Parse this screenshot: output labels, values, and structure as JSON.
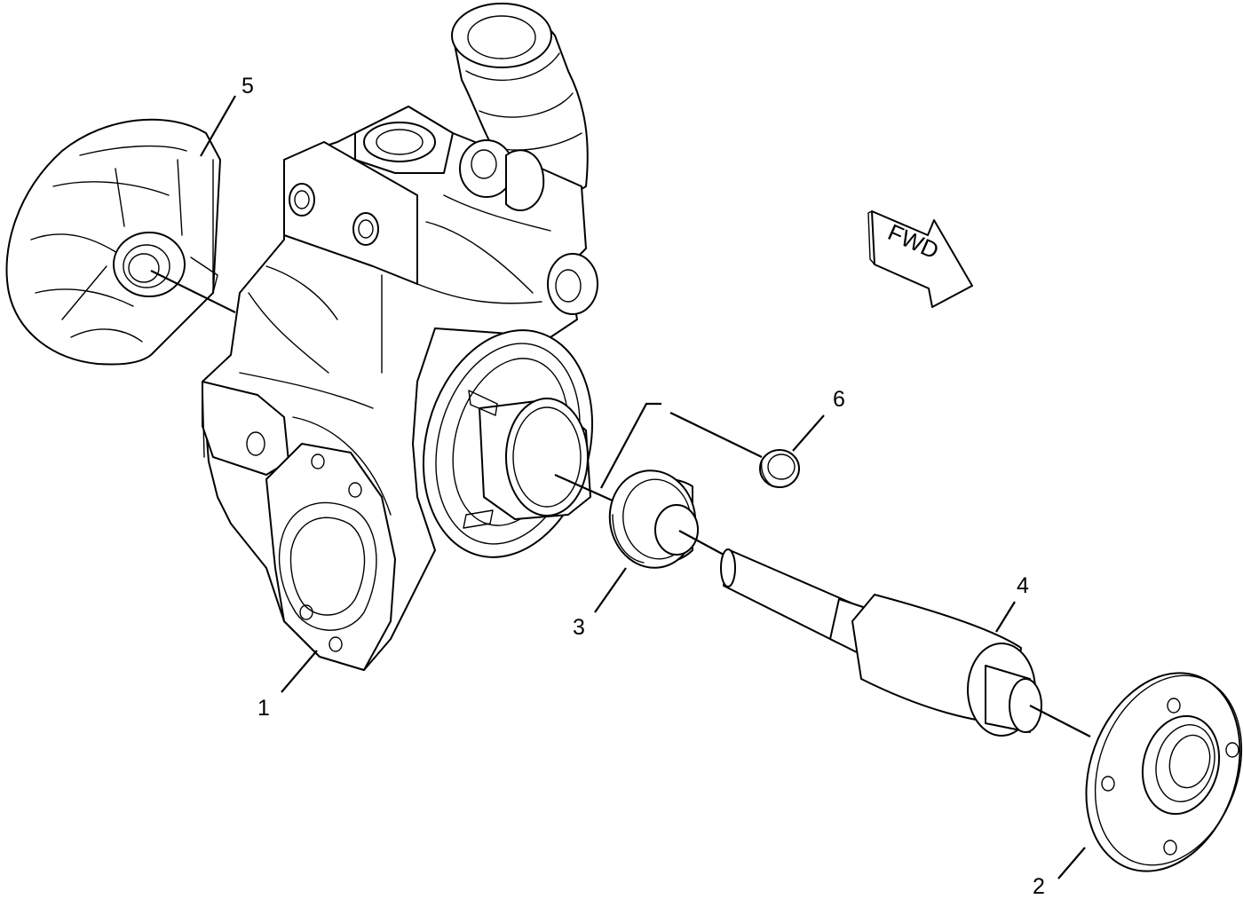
{
  "direction_indicator": {
    "label": "FWD"
  },
  "callouts": [
    {
      "id": "1",
      "label": "1"
    },
    {
      "id": "2",
      "label": "2"
    },
    {
      "id": "3",
      "label": "3"
    },
    {
      "id": "4",
      "label": "4"
    },
    {
      "id": "5",
      "label": "5"
    },
    {
      "id": "6",
      "label": "6"
    }
  ],
  "colors": {
    "line": "#000000",
    "background": "#ffffff"
  }
}
